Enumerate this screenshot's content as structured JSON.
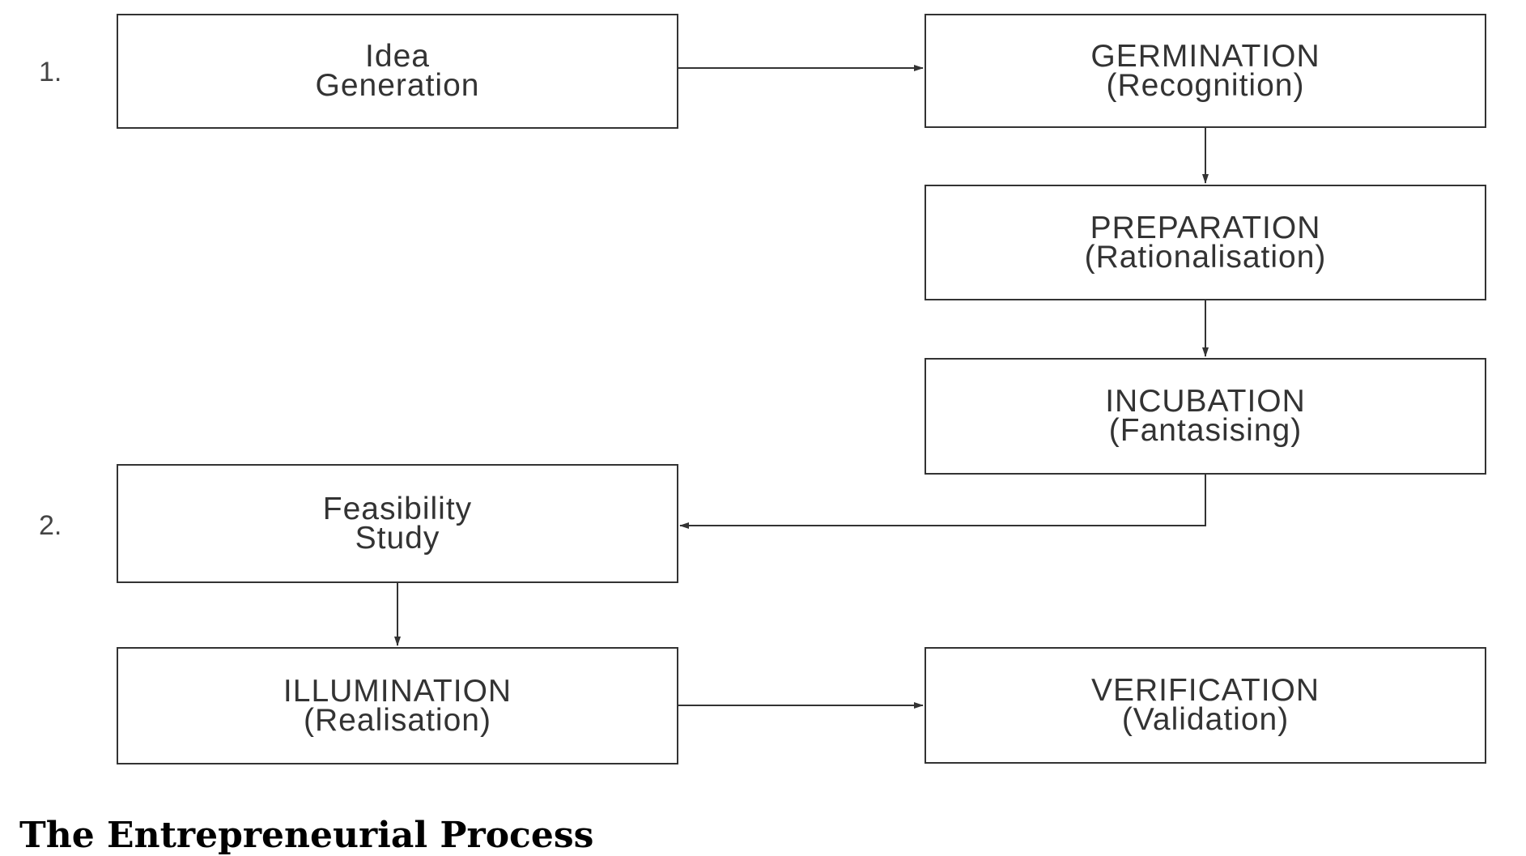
{
  "steps": {
    "idea": {
      "number": "1.",
      "line1": "Idea",
      "line2": "Generation"
    },
    "germination": {
      "line1": "GERMINATION",
      "line2": "(Recognition)"
    },
    "preparation": {
      "line1": "PREPARATION",
      "line2": "(Rationalisation)"
    },
    "incubation": {
      "line1": "INCUBATION",
      "line2": "(Fantasising)"
    },
    "feasibility": {
      "number": "2.",
      "line1": "Feasibility",
      "line2": "Study"
    },
    "illumination": {
      "line1": "ILLUMINATION",
      "line2": "(Realisation)"
    },
    "verification": {
      "line1": "VERIFICATION",
      "line2": "(Validation)"
    }
  },
  "caption": "The Entrepreneurial Process"
}
